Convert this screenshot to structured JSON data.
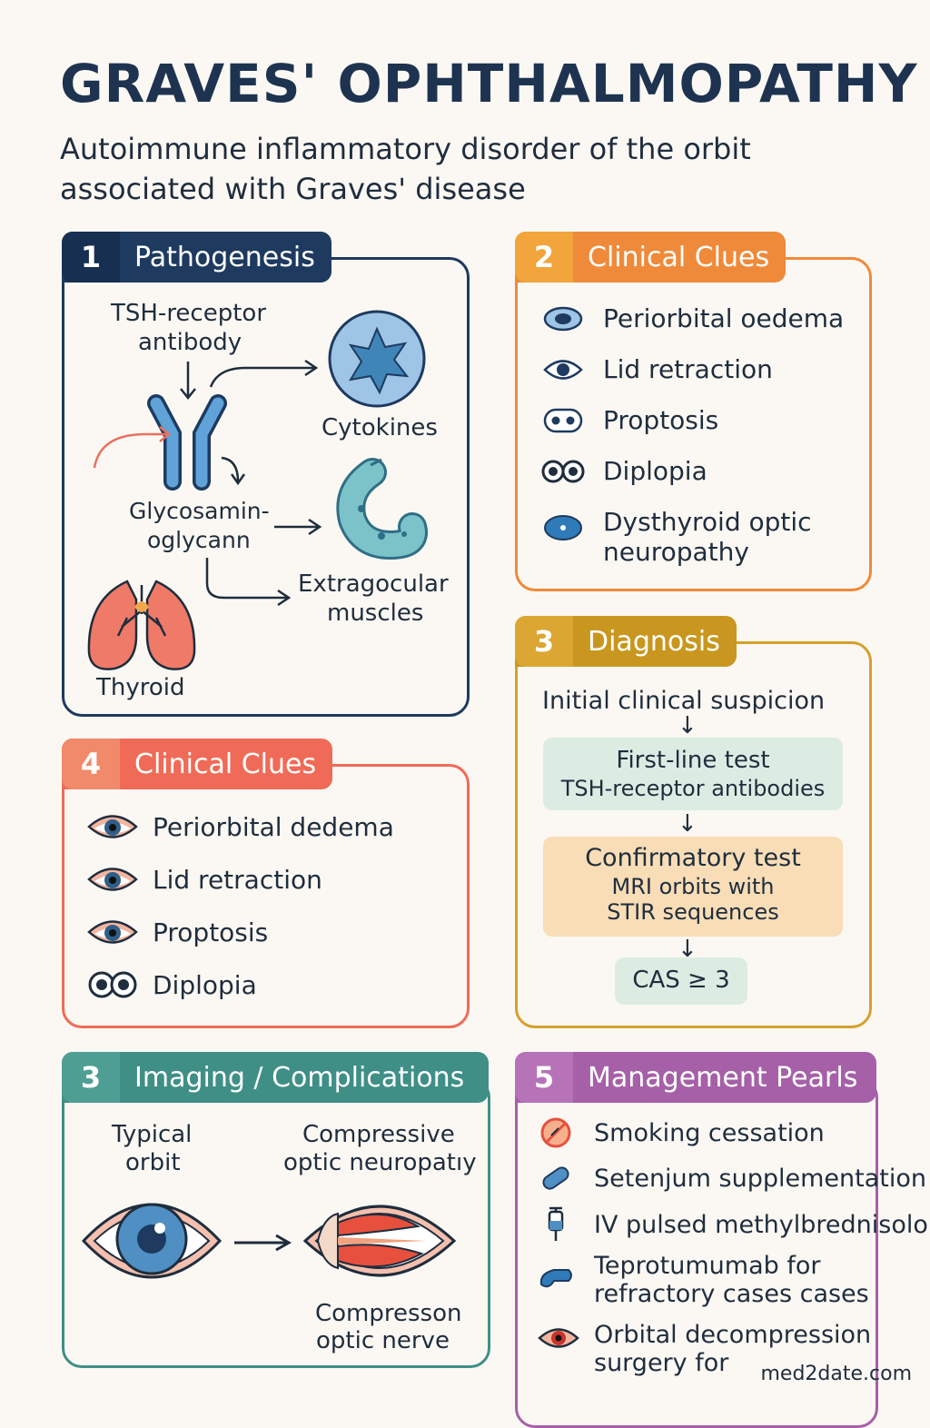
{
  "title": "GRAVES' OPHTHALMOPATHY",
  "subtitle": "Autoimmune inflammatory disorder of the orbit associated with Graves' disease",
  "panels": {
    "pathogenesis": {
      "number": "1",
      "title": "Pathogenesis",
      "labels": {
        "antibody_line1": "TSH-receptor",
        "antibody_line2": "antibody",
        "cytokines": "Cytokines",
        "gag_line1": "Glycosamin-",
        "gag_line2": "oglycann",
        "muscles_line1": "Extragocular",
        "muscles_line2": "muscles",
        "thyroid": "Thyroid"
      }
    },
    "clinical_clues_a": {
      "number": "2",
      "title": "Clinical Clues",
      "items": [
        {
          "label": "Periorbital oedema",
          "icon": "eye-closed-icon"
        },
        {
          "label": "Lid retraction",
          "icon": "eye-open-icon"
        },
        {
          "label": "Proptosis",
          "icon": "eyes-pair-icon"
        },
        {
          "label": "Diplopia",
          "icon": "double-eye-icon"
        },
        {
          "label_line1": "Dysthyroid optic",
          "label_line2": "neuropathy",
          "icon": "eye-dot-icon"
        }
      ]
    },
    "diagnosis": {
      "number": "3",
      "title": "Diagnosis",
      "initial": "Initial clinical suspicion",
      "first_line_title": "First-line test",
      "first_line_detail": "TSH-receptor antibodies",
      "confirm_title": "Confirmatory test",
      "confirm_detail_line1": "MRI orbits with",
      "confirm_detail_line2": "STIR sequences",
      "cas": "CAS ≥ 3"
    },
    "clinical_clues_b": {
      "number": "4",
      "title": "Clinical Clues",
      "items": [
        {
          "label": "Periorbital dedema",
          "icon": "eye-icon"
        },
        {
          "label": "Lid retraction",
          "icon": "eye-icon"
        },
        {
          "label": "Proptosis",
          "icon": "eye-icon"
        },
        {
          "label": "Diplopia",
          "icon": "double-eye-icon"
        }
      ]
    },
    "imaging": {
      "number": "3",
      "title": "Imaging / Complications",
      "typical_line1": "Typical",
      "typical_line2": "orbit",
      "compressive_line1": "Compressive",
      "compressive_line2": "optic neuropatıy",
      "compresson_line1": "Compresson",
      "compresson_line2": "optic nerve"
    },
    "management": {
      "number": "5",
      "title": "Management Pearls",
      "items": [
        {
          "label": "Smoking cessation",
          "icon": "no-smoking-icon"
        },
        {
          "label": "Setenjum supplementation",
          "icon": "capsule-icon"
        },
        {
          "label": "IV pulsed methylbrednisolone",
          "icon": "iv-drip-icon"
        },
        {
          "label_line1": "Teprotumumab for",
          "label_line2": "refractory cases cases",
          "icon": "pill-icon"
        },
        {
          "label_line1": "Orbital decompression",
          "label_line2": "surgery for",
          "icon": "eye-icon"
        }
      ]
    }
  },
  "footer": "med2date.com",
  "colors": {
    "navy": "#1e3a5f",
    "orange": "#ef8a3a",
    "mustard": "#d6a02c",
    "coral": "#ef6b57",
    "teal": "#3f8f86",
    "purple": "#a660a8"
  }
}
